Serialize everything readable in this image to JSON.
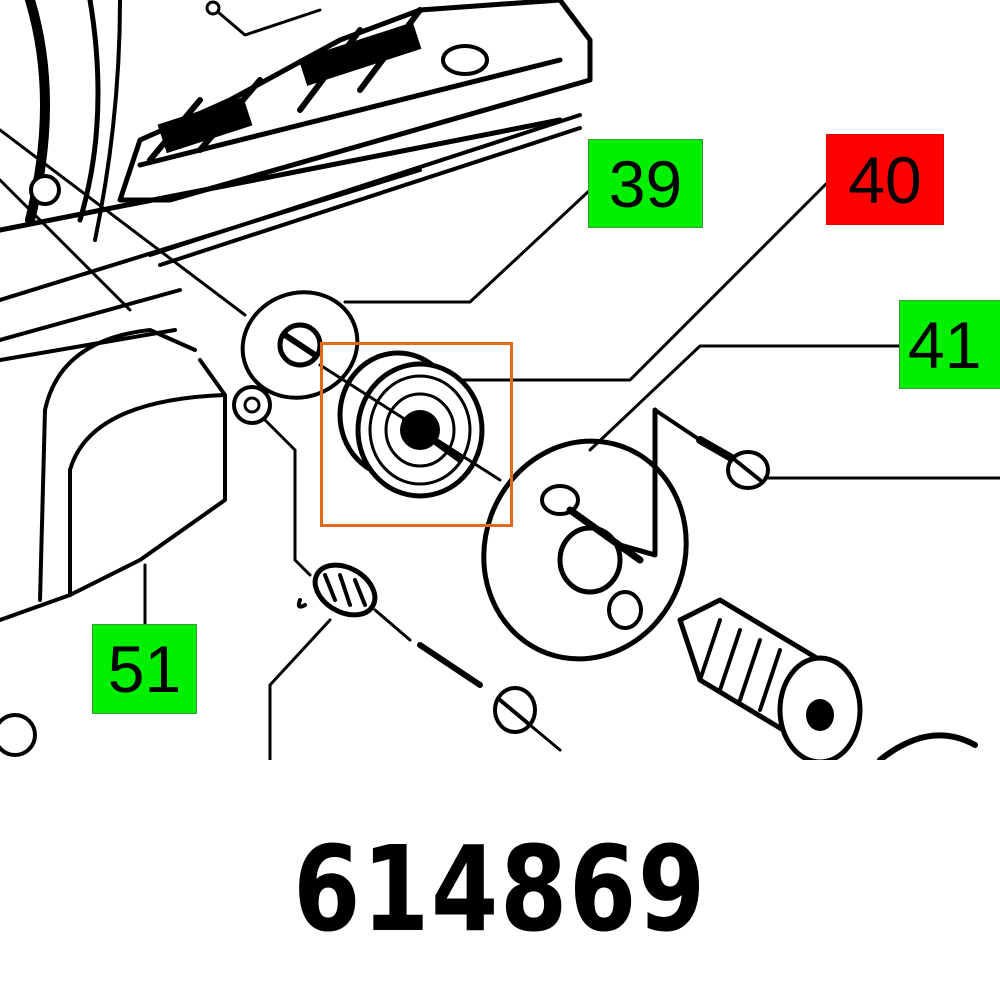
{
  "diagram": {
    "type": "exploded-parts-diagram",
    "callouts": [
      {
        "id": "39",
        "label": "39",
        "color": "#00f000",
        "state": "related"
      },
      {
        "id": "40",
        "label": "40",
        "color": "#ff0000",
        "state": "selected"
      },
      {
        "id": "41",
        "label": "41",
        "color": "#00f000",
        "state": "related"
      },
      {
        "id": "51",
        "label": "51",
        "color": "#00f000",
        "state": "related"
      }
    ],
    "highlight": {
      "target": "40",
      "color": "#e06a1a"
    },
    "components": [
      "housing-frame",
      "washer",
      "bearing",
      "cam-disc",
      "screw",
      "knurled-knob",
      "spring",
      "cover-cap"
    ]
  },
  "part_number": "614869"
}
